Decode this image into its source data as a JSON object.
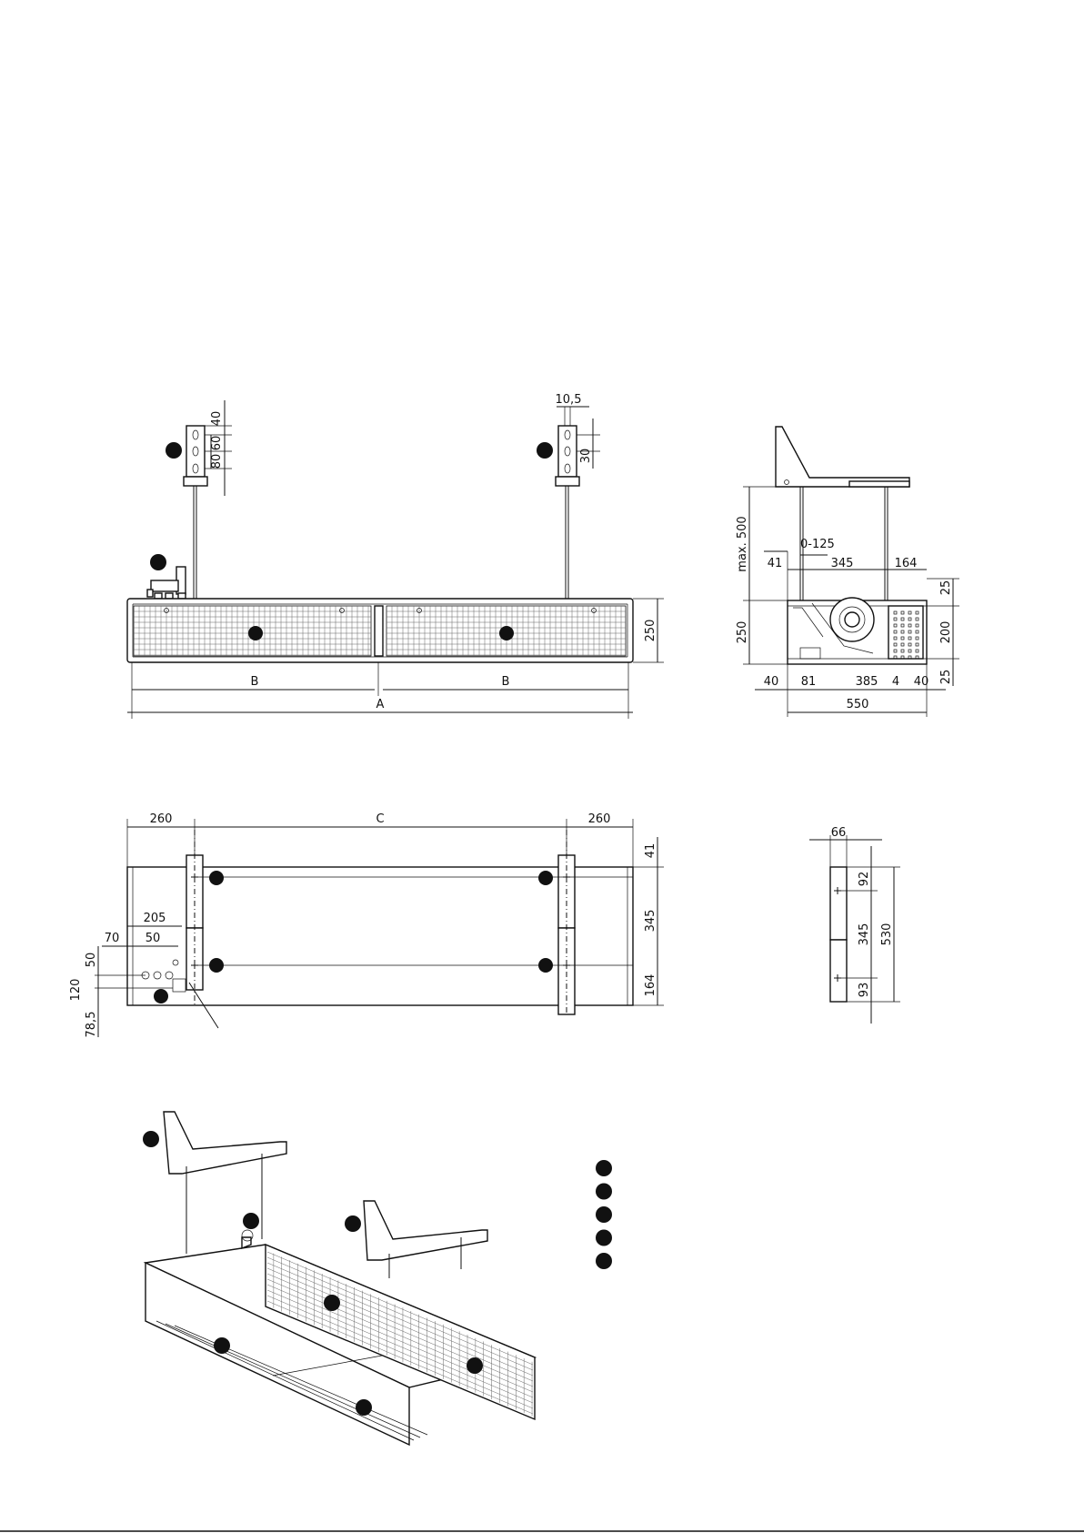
{
  "dimensions": {
    "front_top_40": "40",
    "front_top_60": "60",
    "front_top_80": "80",
    "front_hanger_10_5": "10,5",
    "front_hanger_30": "30",
    "front_height_250": "250",
    "front_width_B_left": "B",
    "front_width_B_right": "B",
    "front_width_A": "A",
    "side_max_500": "max. 500",
    "side_0_125": "0-125",
    "side_41": "41",
    "side_345": "345",
    "side_164": "164",
    "side_25_top": "25",
    "side_250": "250",
    "side_200": "200",
    "side_25_bottom": "25",
    "side_40_left": "40",
    "side_81": "81",
    "side_385": "385",
    "side_4": "4",
    "side_40_right": "40",
    "side_550": "550",
    "plan_260_left": "260",
    "plan_C": "C",
    "plan_260_right": "260",
    "plan_41": "41",
    "plan_345": "345",
    "plan_164": "164",
    "plan_205": "205",
    "plan_70": "70",
    "plan_50_h": "50",
    "plan_50_v": "50",
    "plan_120": "120",
    "plan_78_5": "78,5",
    "bracket_66": "66",
    "bracket_92": "92",
    "bracket_345": "345",
    "bracket_530": "530",
    "bracket_93": "93"
  },
  "legend": {
    "markers": 5
  }
}
